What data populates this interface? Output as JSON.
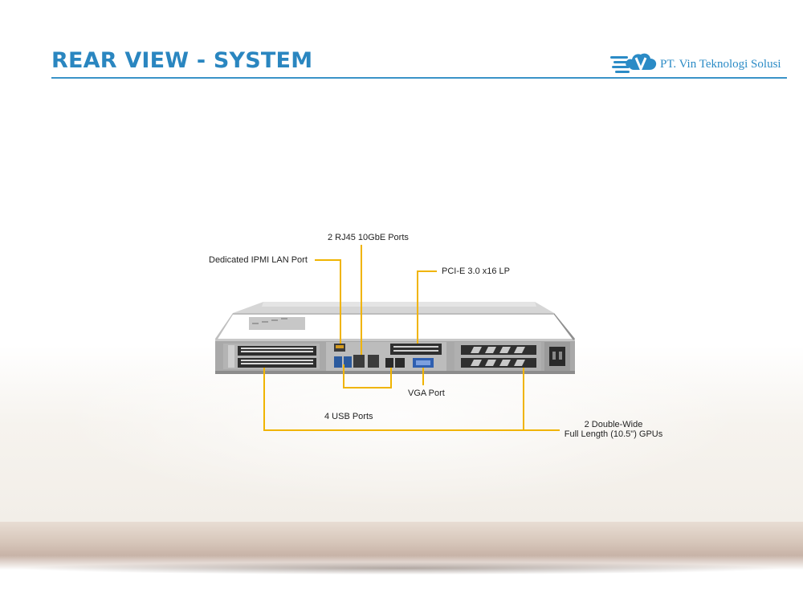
{
  "header": {
    "title": "REAR VIEW - SYSTEM",
    "logo_text": "PT. Vin Teknologi Solusi"
  },
  "callouts": {
    "rj45": "2 RJ45 10GbE Ports",
    "ipmi": "Dedicated IPMI  LAN Port",
    "pcie": "PCI-E 3.0 x16 LP",
    "vga": "VGA Port",
    "usb": "4 USB Ports",
    "gpu_line1": "2 Double-Wide",
    "gpu_line2": "Full Length (10.5\") GPUs"
  },
  "colors": {
    "title": "#2a86c0",
    "callout_line": "#f0b400"
  }
}
